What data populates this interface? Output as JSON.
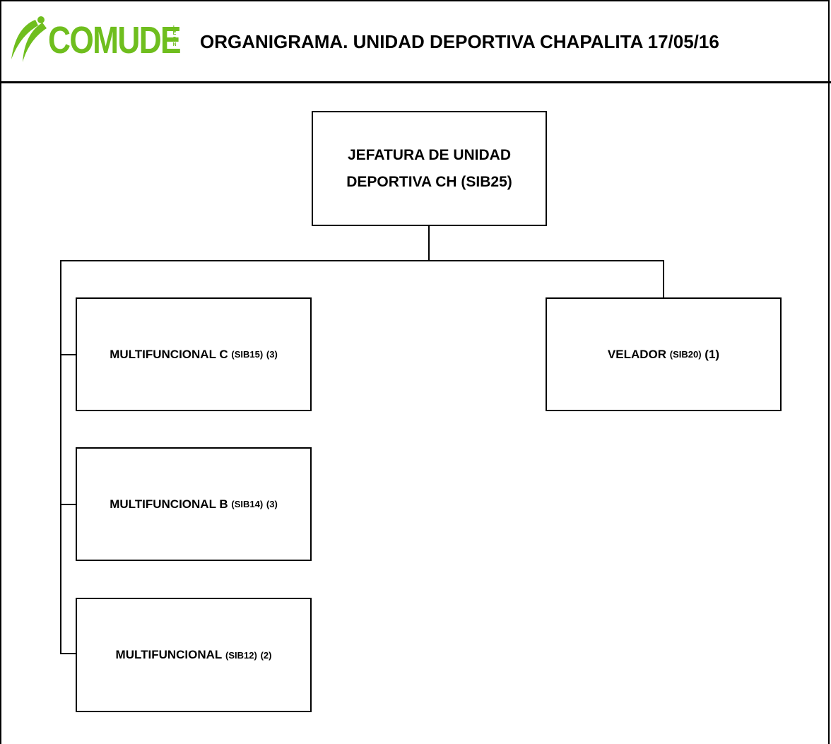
{
  "header": {
    "logo_text": "COMUDE",
    "logo_subtext": "LEON",
    "title": "ORGANIGRAMA. UNIDAD DEPORTIVA CHAPALITA 17/05/16",
    "brand_color": "#6fbe1e"
  },
  "org_chart": {
    "root": {
      "line1": "JEFATURA DE UNIDAD",
      "line2": "DEPORTIVA CH (SIB25)"
    },
    "children": [
      {
        "name": "MULTIFUNCIONAL C",
        "code": "(SIB15)",
        "count": "(3)"
      },
      {
        "name": "MULTIFUNCIONAL B",
        "code": "(SIB14)",
        "count": "(3)"
      },
      {
        "name": "MULTIFUNCIONAL",
        "code": "(SIB12)",
        "count": "(2)"
      },
      {
        "name": "VELADOR",
        "code": "(SIB20)",
        "count": "(1)"
      }
    ]
  }
}
